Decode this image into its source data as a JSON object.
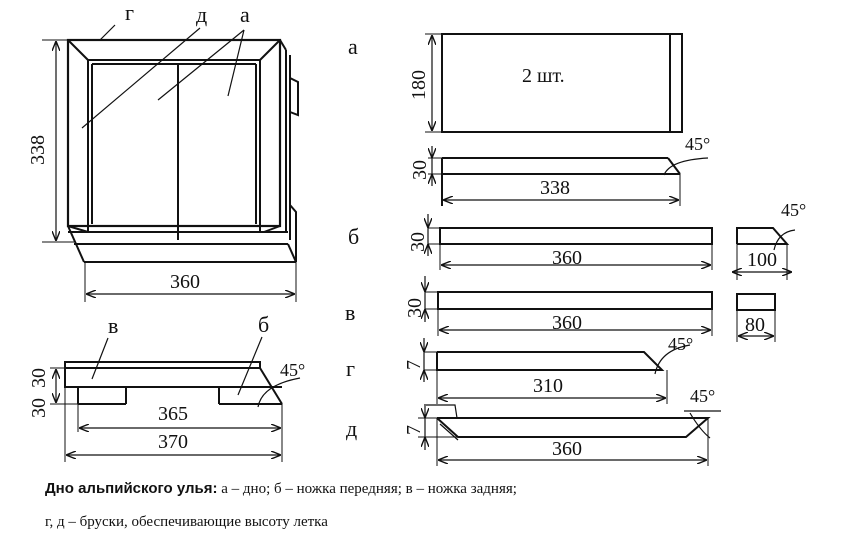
{
  "figure": {
    "assembly_view": {
      "labels": {
        "g": "г",
        "d": "д",
        "a": "а"
      },
      "height_dim": "338",
      "width_dim": "360"
    },
    "side_view": {
      "labels": {
        "v": "в",
        "b": "б"
      },
      "height_dims": {
        "left_top": "30",
        "left_bottom": "30"
      },
      "angle": "45°",
      "inner_length_dim": "365",
      "outer_length_dim": "370"
    },
    "parts": [
      {
        "id": "a",
        "label": "а",
        "plank_width_dim": "180",
        "quantity_note": "2 шт.",
        "strip_height_dim": "30",
        "strip_length_dim": "338",
        "angle": "45°"
      },
      {
        "id": "b",
        "label": "б",
        "height_dim": "30",
        "length_dim": "360",
        "end_view_dim": "100",
        "angle": "45°"
      },
      {
        "id": "v",
        "label": "в",
        "height_dim": "30",
        "length_dim": "360",
        "end_view_dim": "80"
      },
      {
        "id": "g",
        "label": "г",
        "height_dim": "7",
        "length_dim": "310",
        "angle": "45°"
      },
      {
        "id": "d",
        "label": "д",
        "height_dim": "7",
        "length_dim": "360",
        "angle": "45°"
      }
    ]
  },
  "caption": {
    "title": "Дно альпийского улья:",
    "line1": " а – дно; б – ножка передняя; в – ножка задняя;",
    "line2": "г, д – бруски, обеспечивающие высоту летка"
  }
}
